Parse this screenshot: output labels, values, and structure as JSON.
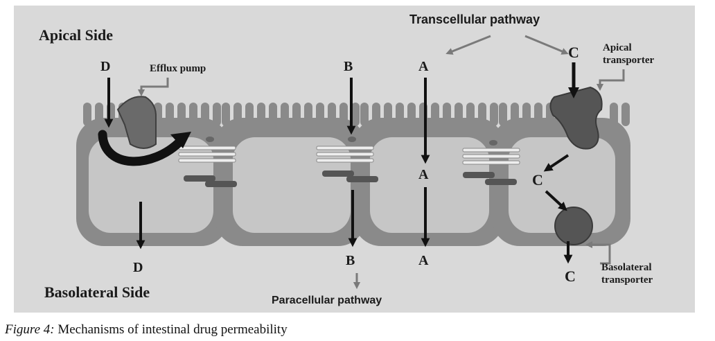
{
  "labels": {
    "apical_side": "Apical Side",
    "basolateral_side": "Basolateral Side",
    "transcellular_pathway": "Transcellular pathway",
    "paracellular_pathway": "Paracellular pathway",
    "efflux_pump": "Efflux pump",
    "apical_transporter": [
      "Apical",
      "transporter"
    ],
    "basolateral_transporter": [
      "Basolateral",
      "transporter"
    ],
    "route_a": "A",
    "route_b": "B",
    "route_c": "C",
    "route_d": "D"
  },
  "caption": {
    "figure": "Figure 4:",
    "text": " Mechanisms of intestinal drug permeability"
  },
  "colors": {
    "background": "#d9d9d9",
    "membrane": "#8a8a8a",
    "cytoplasm": "#c6c6c6",
    "transporter": "#5c5c5c",
    "arrow_dark": "#111111",
    "arrow_grey": "#7a7a7a"
  }
}
